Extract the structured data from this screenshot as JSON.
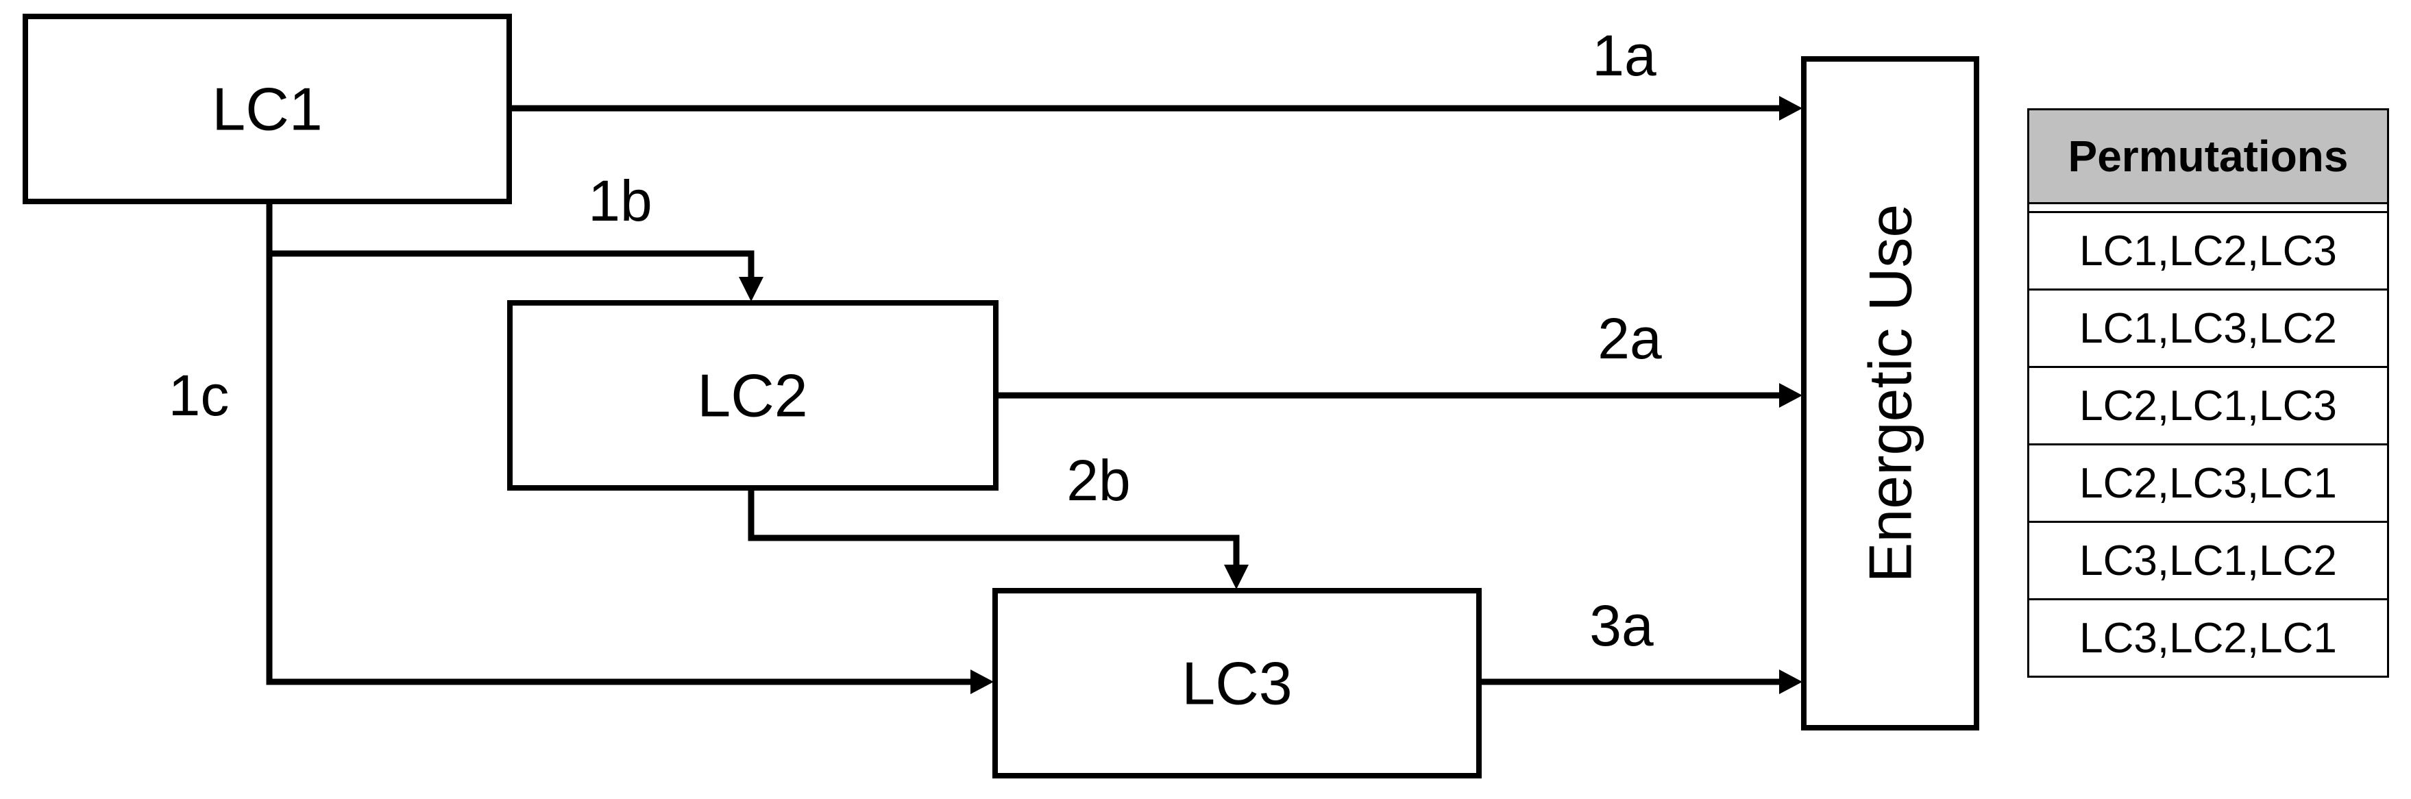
{
  "nodes": {
    "lc1": "LC1",
    "lc2": "LC2",
    "lc3": "LC3",
    "energetic_use": "Energetic Use"
  },
  "edges": {
    "e1a": "1a",
    "e1b": "1b",
    "e1c": "1c",
    "e2a": "2a",
    "e2b": "2b",
    "e3a": "3a"
  },
  "table": {
    "header": "Permutations",
    "rows": [
      "LC1,LC2,LC3",
      "LC1,LC3,LC2",
      "LC2,LC1,LC3",
      "LC2,LC3,LC1",
      "LC3,LC1,LC2",
      "LC3,LC2,LC1"
    ]
  }
}
